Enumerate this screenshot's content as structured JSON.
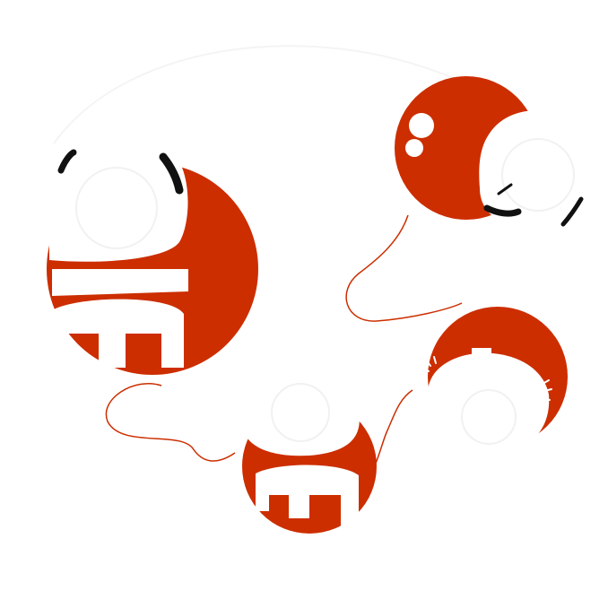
{
  "illustration": {
    "accent_color": "#cc2e00",
    "line_color": "#ffffff",
    "ink_color": "#111111",
    "background_color": "#ffffff",
    "figures": [
      "red-circle-figure-left",
      "red-circle-figure-top-right",
      "red-circle-figure-bottom",
      "red-circle-figure-right"
    ],
    "connector": "thin-orange-line"
  }
}
